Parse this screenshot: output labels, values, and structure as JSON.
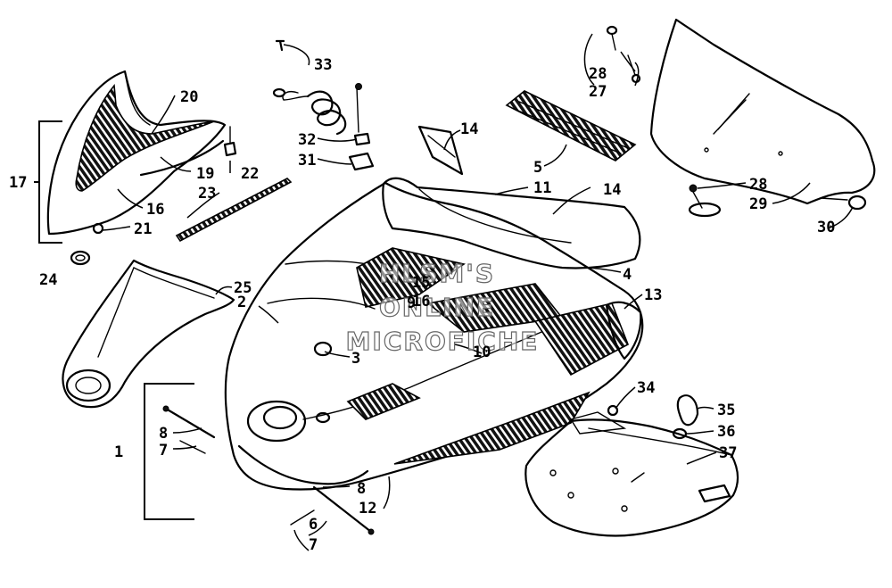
{
  "watermark": [
    "HLSM'S",
    "ONLINE",
    "MICROFICHE"
  ],
  "callouts": [
    {
      "id": "c1",
      "text": "1"
    },
    {
      "id": "c2",
      "text": "2"
    },
    {
      "id": "c3",
      "text": "3"
    },
    {
      "id": "c4",
      "text": "4"
    },
    {
      "id": "c5",
      "text": "5"
    },
    {
      "id": "c6",
      "text": "6"
    },
    {
      "id": "c7a",
      "text": "7"
    },
    {
      "id": "c7b",
      "text": "7"
    },
    {
      "id": "c8a",
      "text": "8"
    },
    {
      "id": "c8b",
      "text": "8"
    },
    {
      "id": "c9",
      "text": "9"
    },
    {
      "id": "c10",
      "text": "10"
    },
    {
      "id": "c11",
      "text": "11"
    },
    {
      "id": "c12",
      "text": "12"
    },
    {
      "id": "c13",
      "text": "13"
    },
    {
      "id": "c14a",
      "text": "14"
    },
    {
      "id": "c14b",
      "text": "14"
    },
    {
      "id": "c15",
      "text": "15"
    },
    {
      "id": "c16a",
      "text": "16"
    },
    {
      "id": "c16b",
      "text": "16"
    },
    {
      "id": "c17",
      "text": "17"
    },
    {
      "id": "c19",
      "text": "19"
    },
    {
      "id": "c20",
      "text": "20"
    },
    {
      "id": "c21",
      "text": "21"
    },
    {
      "id": "c22",
      "text": "22"
    },
    {
      "id": "c23",
      "text": "23"
    },
    {
      "id": "c24",
      "text": "24"
    },
    {
      "id": "c25",
      "text": "25"
    },
    {
      "id": "c27",
      "text": "27"
    },
    {
      "id": "c28a",
      "text": "28"
    },
    {
      "id": "c28b",
      "text": "28"
    },
    {
      "id": "c29",
      "text": "29"
    },
    {
      "id": "c30",
      "text": "30"
    },
    {
      "id": "c31",
      "text": "31"
    },
    {
      "id": "c32",
      "text": "32"
    },
    {
      "id": "c33",
      "text": "33"
    },
    {
      "id": "c34",
      "text": "34"
    },
    {
      "id": "c35",
      "text": "35"
    },
    {
      "id": "c36",
      "text": "36"
    },
    {
      "id": "c37",
      "text": "37"
    }
  ]
}
